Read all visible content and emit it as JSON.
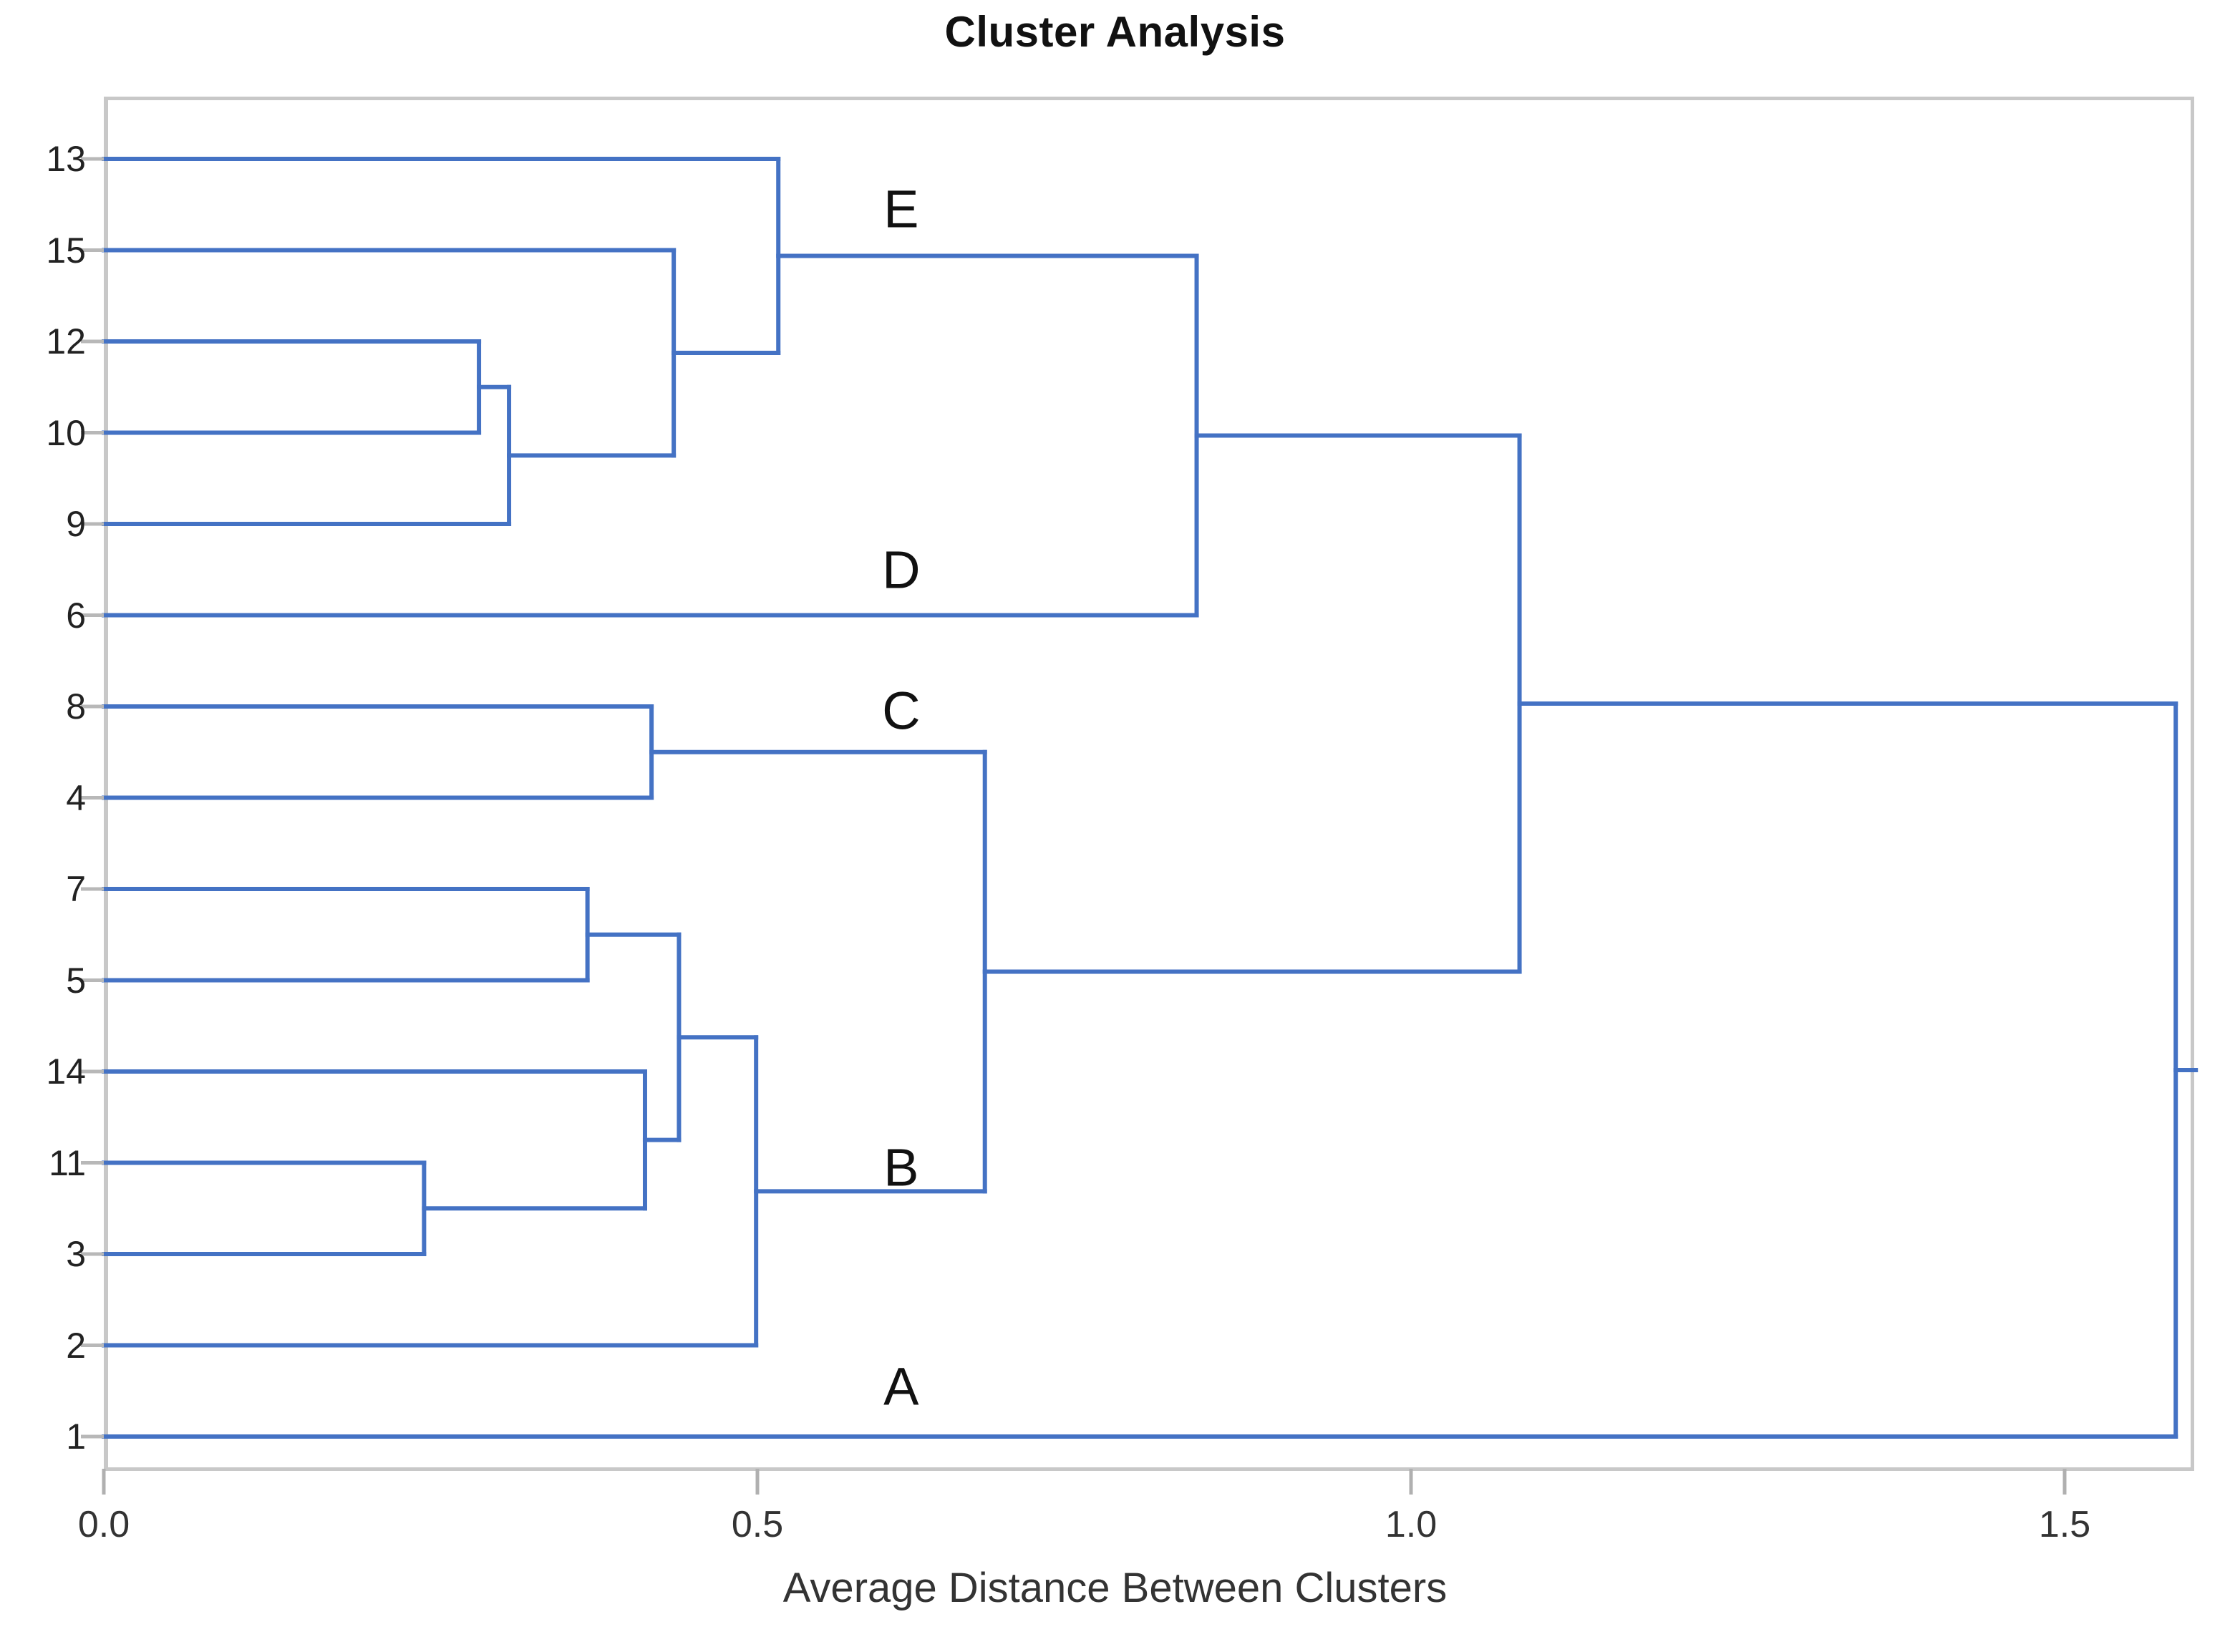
{
  "chart_data": {
    "type": "dendrogram",
    "title": "Cluster Analysis",
    "xlabel": "Average Distance Between Clusters",
    "ylabel": "",
    "xlim": [
      0.0,
      1.6
    ],
    "xticks": [
      "0.0",
      "0.5",
      "1.0",
      "1.5"
    ],
    "xtick_values": [
      0.0,
      0.5,
      1.0,
      1.5
    ],
    "grid": false,
    "line_color": "#4472C4",
    "frame_color": "#c8c8c8",
    "leaf_order": [
      "13",
      "15",
      "12",
      "10",
      "9",
      "6",
      "8",
      "4",
      "7",
      "5",
      "14",
      "11",
      "3",
      "2",
      "1"
    ],
    "leaves": [
      {
        "label": "13",
        "y": 0
      },
      {
        "label": "15",
        "y": 1
      },
      {
        "label": "12",
        "y": 2
      },
      {
        "label": "10",
        "y": 3
      },
      {
        "label": "9",
        "y": 4
      },
      {
        "label": "6",
        "y": 5
      },
      {
        "label": "8",
        "y": 6
      },
      {
        "label": "4",
        "y": 7
      },
      {
        "label": "7",
        "y": 8
      },
      {
        "label": "5",
        "y": 9
      },
      {
        "label": "14",
        "y": 10
      },
      {
        "label": "11",
        "y": 11
      },
      {
        "label": "3",
        "y": 12
      },
      {
        "label": "2",
        "y": 13
      },
      {
        "label": "1",
        "y": 14
      }
    ],
    "merges": [
      {
        "id": "m1",
        "left": "11",
        "right": "3",
        "distance": 0.245
      },
      {
        "id": "m2",
        "left": "12",
        "right": "10",
        "distance": 0.287
      },
      {
        "id": "m3",
        "left": "m2",
        "right": "9",
        "distance": 0.31
      },
      {
        "id": "m4",
        "left": "7",
        "right": "5",
        "distance": 0.37
      },
      {
        "id": "m5",
        "left": "14",
        "right": "m1",
        "distance": 0.414
      },
      {
        "id": "m6",
        "left": "8",
        "right": "4",
        "distance": 0.419
      },
      {
        "id": "m7",
        "left": "15",
        "right": "m3",
        "distance": 0.436
      },
      {
        "id": "m8",
        "left": "m4",
        "right": "m5",
        "distance": 0.44
      },
      {
        "id": "m9",
        "left": "m8",
        "right": "2",
        "distance": 0.499
      },
      {
        "id": "m10",
        "left": "13",
        "right": "m7",
        "distance": 0.516
      },
      {
        "id": "m11",
        "left": "m6",
        "right": "m9",
        "distance": 0.674
      },
      {
        "id": "m12",
        "left": "m10",
        "right": "6",
        "distance": 0.836
      },
      {
        "id": "m13",
        "left": "m12",
        "right": "m11",
        "distance": 1.083
      },
      {
        "id": "m14",
        "left": "m13",
        "right": "1",
        "distance": 1.585
      }
    ],
    "cluster_labels": [
      {
        "label": "E",
        "x": 0.61,
        "y_index": 0.55
      },
      {
        "label": "D",
        "x": 0.61,
        "y_index": 4.5
      },
      {
        "label": "C",
        "x": 0.61,
        "y_index": 6.05
      },
      {
        "label": "B",
        "x": 0.61,
        "y_index": 11.05
      },
      {
        "label": "A",
        "x": 0.61,
        "y_index": 13.45
      }
    ]
  }
}
